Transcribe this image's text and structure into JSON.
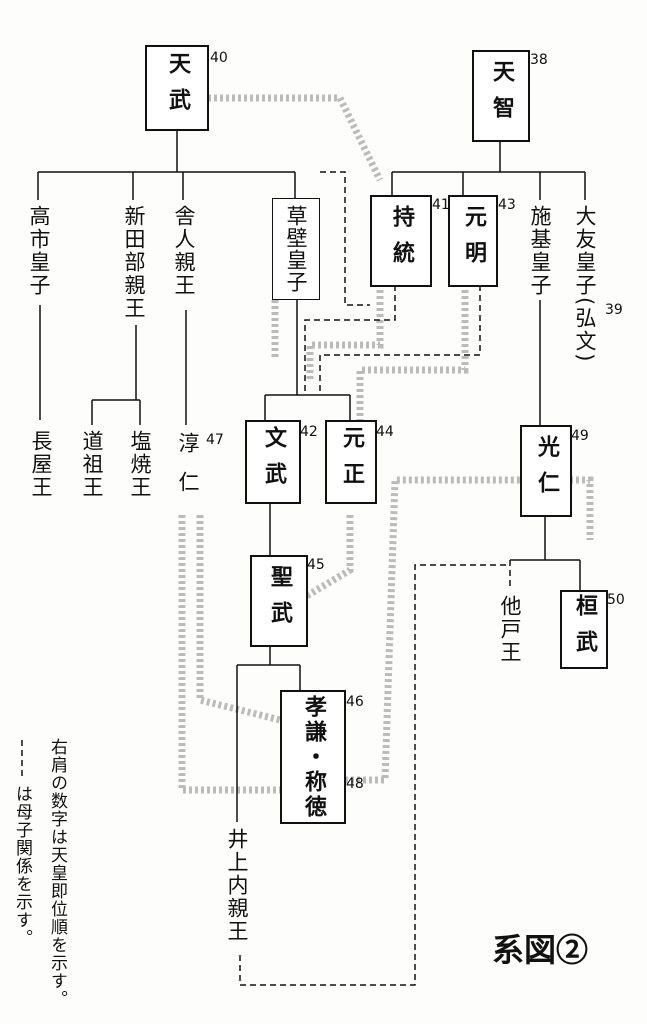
{
  "title": "系図②",
  "notes": {
    "numbers": "右肩の数字は天皇即位順を示す。",
    "dashed": "は母子関係を示す。"
  },
  "people": {
    "tenmu": {
      "name": "天武",
      "num": "40"
    },
    "tenji": {
      "name": "天智",
      "num": "38"
    },
    "takechi": {
      "name": "高市皇子"
    },
    "niitabe": {
      "name": "新田部親王"
    },
    "toneri": {
      "name": "舎人親王"
    },
    "kusakabe": {
      "name": "草壁皇子"
    },
    "jito": {
      "name": "持統",
      "num": "41"
    },
    "genmei": {
      "name": "元明",
      "num": "43"
    },
    "shiki": {
      "name": "施基皇子"
    },
    "otomo": {
      "name": "大友皇子(弘文)",
      "num": "39"
    },
    "nagaya": {
      "name": "長屋王"
    },
    "funado": {
      "name": "道祖王"
    },
    "shioyaki": {
      "name": "塩焼王"
    },
    "junnin": {
      "name": "淳仁",
      "num": "47"
    },
    "monmu": {
      "name": "文武",
      "num": "42"
    },
    "gensho": {
      "name": "元正",
      "num": "44"
    },
    "konin": {
      "name": "光仁",
      "num": "49"
    },
    "shomu": {
      "name": "聖武",
      "num": "45"
    },
    "osabe": {
      "name": "他戸王"
    },
    "kanmu": {
      "name": "桓武",
      "num": "50"
    },
    "koken": {
      "name": "孝謙・称徳",
      "num1": "46",
      "num2": "48"
    },
    "inoue": {
      "name": "井上内親王"
    }
  }
}
